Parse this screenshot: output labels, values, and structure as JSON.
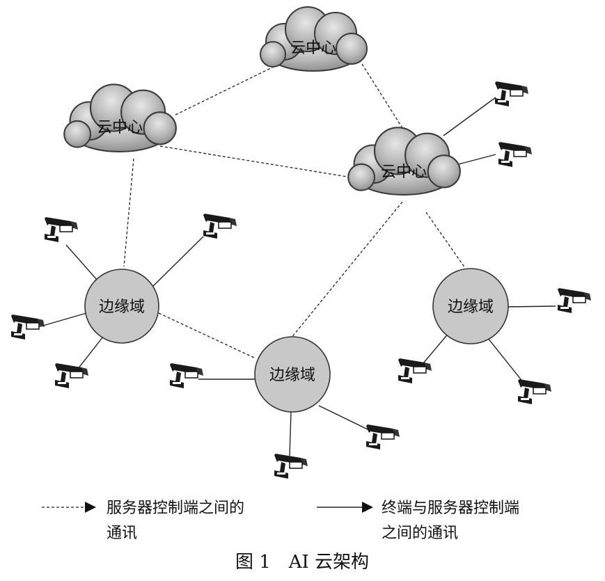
{
  "clouds": [
    {
      "id": "cloud_top",
      "label": "云中心"
    },
    {
      "id": "cloud_left",
      "label": "云中心"
    },
    {
      "id": "cloud_right",
      "label": "云中心"
    }
  ],
  "edges": [
    {
      "id": "edge_left",
      "label": "边缘域"
    },
    {
      "id": "edge_mid",
      "label": "边缘域"
    },
    {
      "id": "edge_right",
      "label": "边缘域"
    }
  ],
  "legend": {
    "dashed_line1": "服务器控制端之间的",
    "dashed_line2": "通讯",
    "solid_line1": "终端与服务器控制端",
    "solid_line2": "之间的通讯"
  },
  "caption": "图 1　AI 云架构"
}
